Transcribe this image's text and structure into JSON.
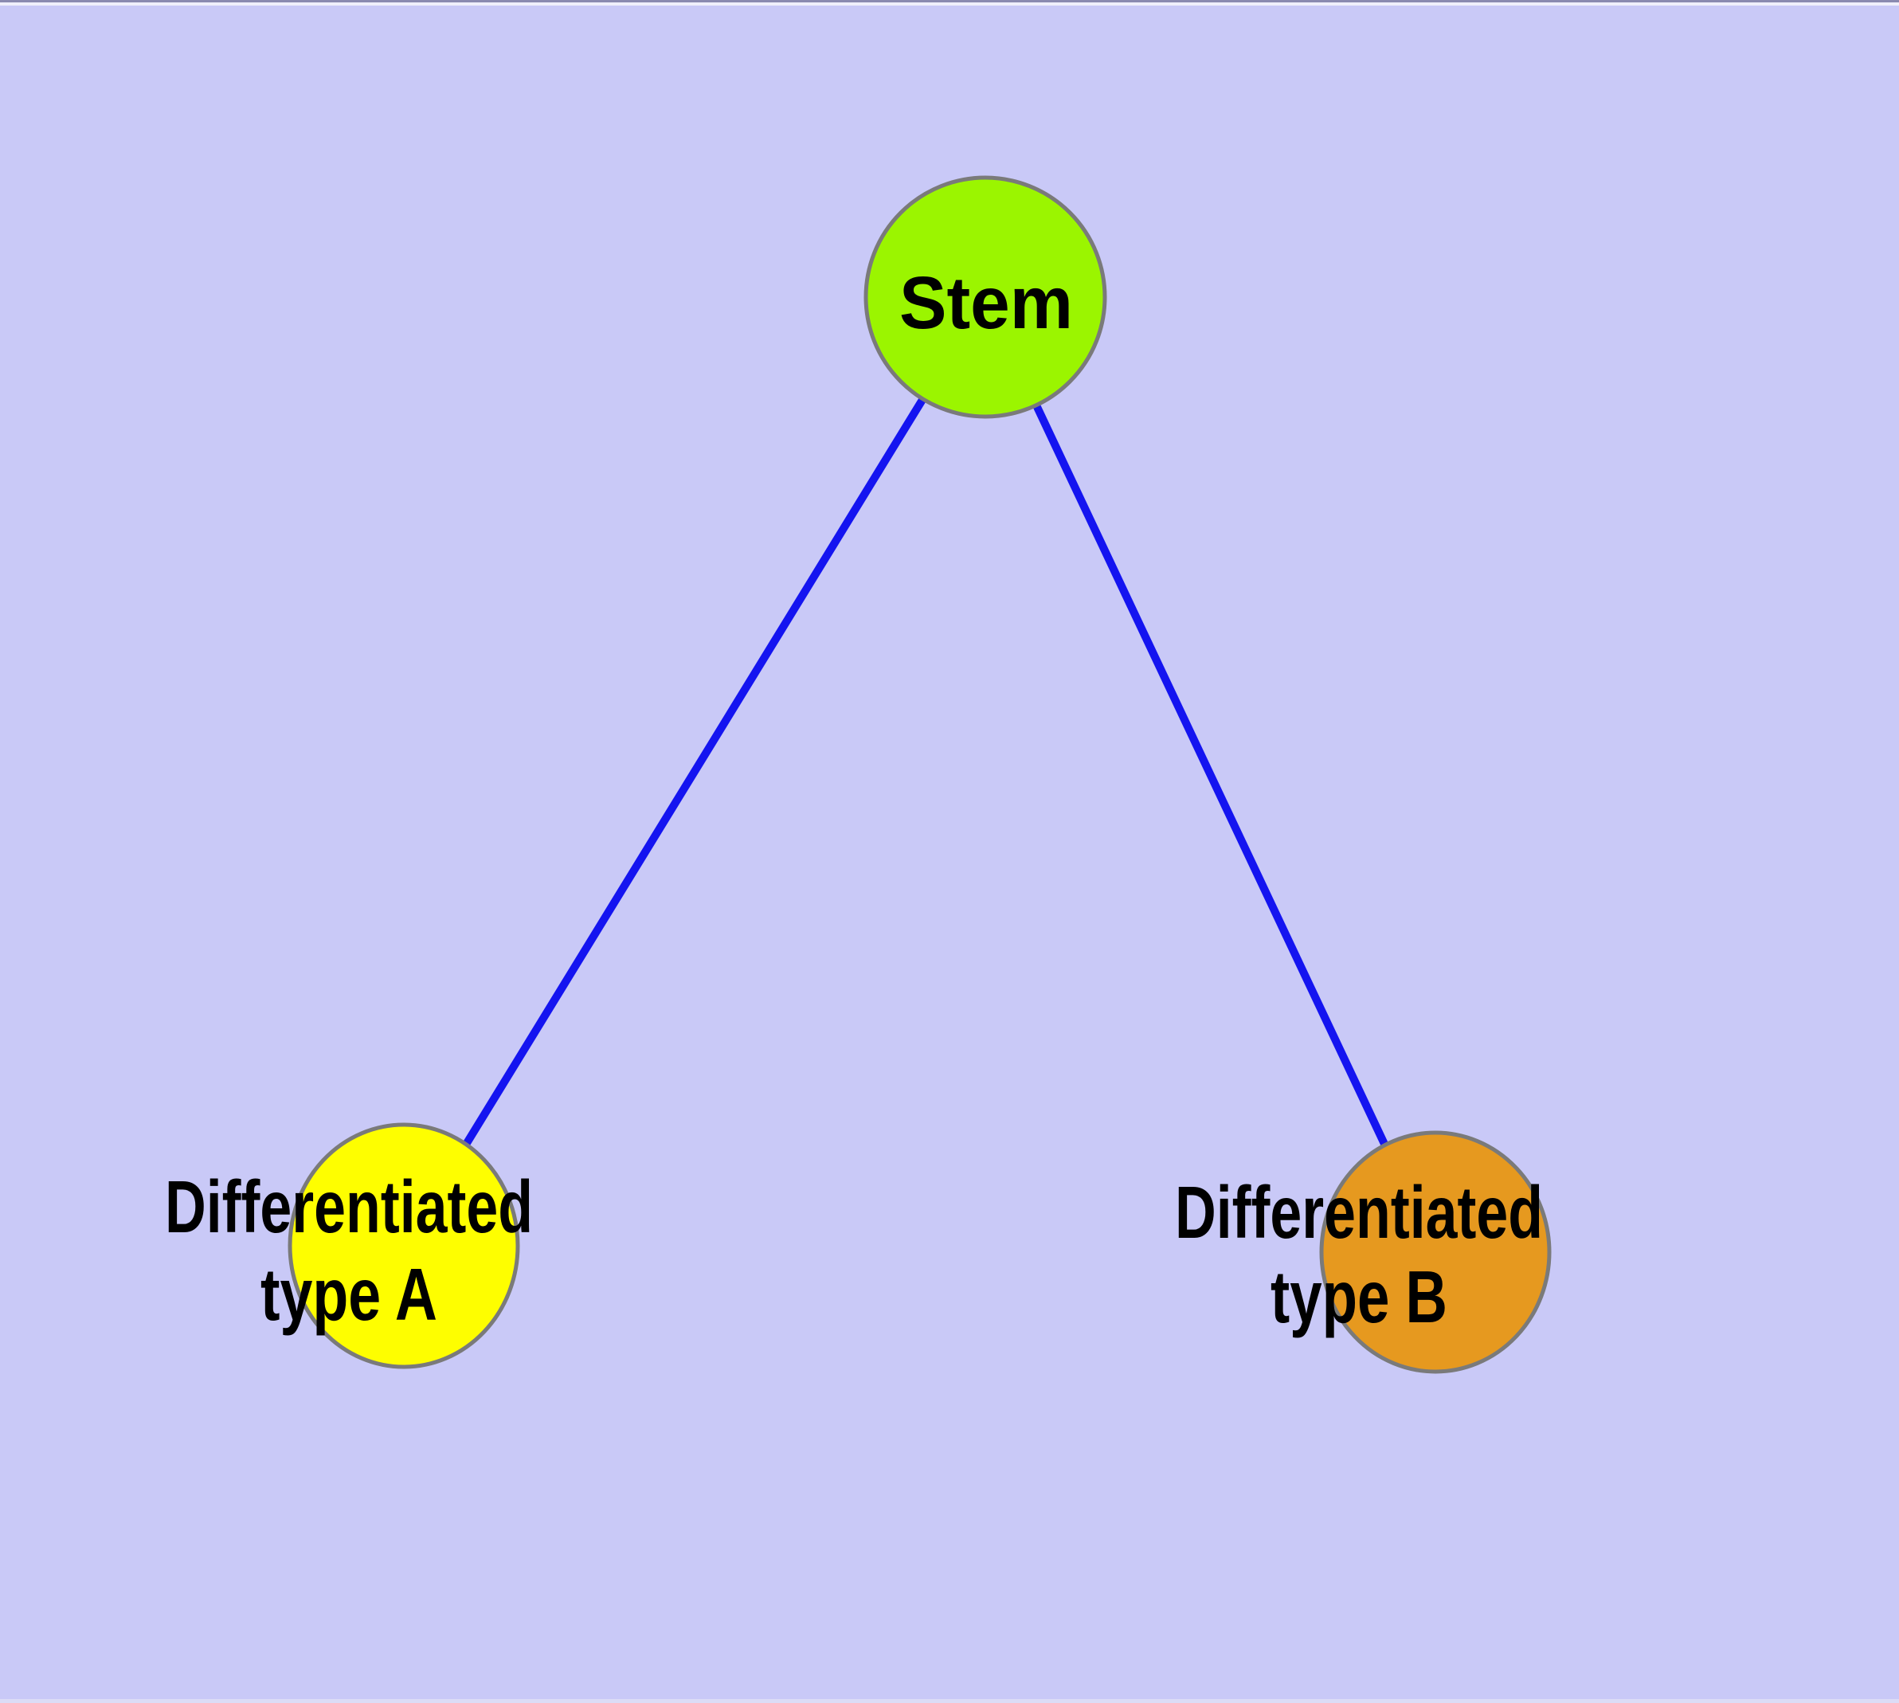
{
  "canvas": {
    "background": "#C9C9F7",
    "top_border_color": "#8A8AB0",
    "top_highlight_color": "#EFEFFB",
    "bottom_highlight_color": "#DCDCF6"
  },
  "diagram": {
    "description": "Stem cell differentiation graph",
    "edge_color": "#1414F0",
    "node_border_color": "#7A7A7A",
    "text_color": "#000000",
    "nodes": [
      {
        "id": "stem",
        "label": "Stem",
        "fill": "#9BF500",
        "lines": [
          "Stem"
        ]
      },
      {
        "id": "differentiated-type-a",
        "label": "Differentiated type A",
        "fill": "#FEFE00",
        "lines": [
          "Differentiated",
          "type A"
        ]
      },
      {
        "id": "differentiated-type-b",
        "label": "Differentiated type B",
        "fill": "#E6991F",
        "lines": [
          "Differentiated",
          "type B"
        ]
      }
    ],
    "edges": [
      {
        "from": "stem",
        "to": "differentiated-type-a"
      },
      {
        "from": "stem",
        "to": "differentiated-type-b"
      }
    ]
  }
}
